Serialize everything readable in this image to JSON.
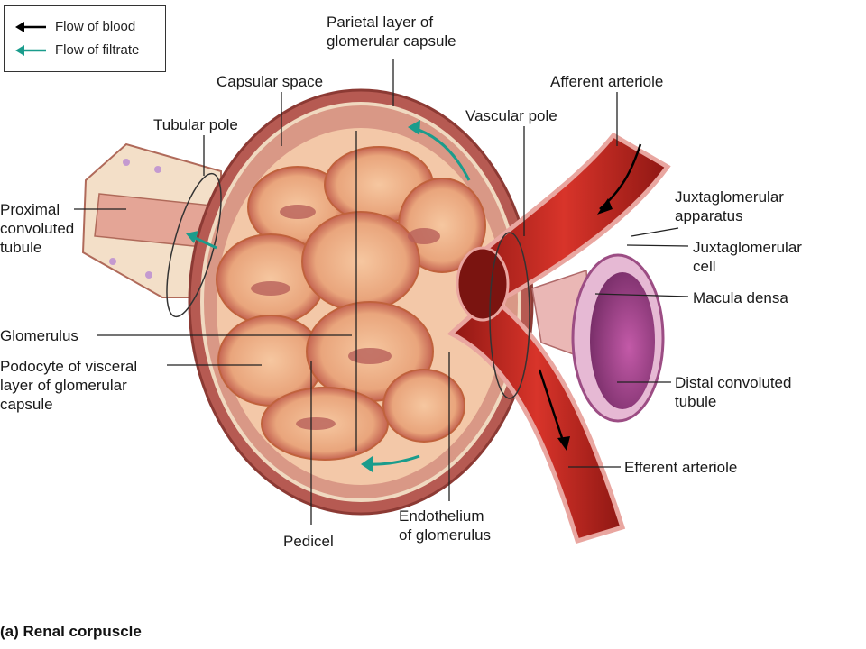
{
  "legend": {
    "blood": "Flow of blood",
    "filtrate": "Flow of filtrate",
    "blood_color": "#000000",
    "filtrate_color": "#1a9c8c"
  },
  "labels": {
    "parietal": "Parietal layer of\nglomerular capsule",
    "capsular_space": "Capsular space",
    "tubular_pole": "Tubular pole",
    "vascular_pole": "Vascular pole",
    "afferent": "Afferent arteriole",
    "juxta_apparatus": "Juxtaglomerular\napparatus",
    "juxta_cell": "Juxtaglomerular\ncell",
    "macula_densa": "Macula densa",
    "pct": "Proximal\nconvoluted\ntubule",
    "glomerulus": "Glomerulus",
    "podocyte": "Podocyte of visceral\nlayer of glomerular\ncapsule",
    "dct": "Distal convoluted\ntubule",
    "efferent": "Efferent arteriole",
    "pedicel": "Pedicel",
    "endothelium": "Endothelium\nof glomerulus"
  },
  "caption": "(a) Renal corpuscle",
  "colors": {
    "capsule": "#b54a4a",
    "capillary": "#e8894a",
    "vessel": "#c72a24",
    "dct": "#b24a9a"
  }
}
